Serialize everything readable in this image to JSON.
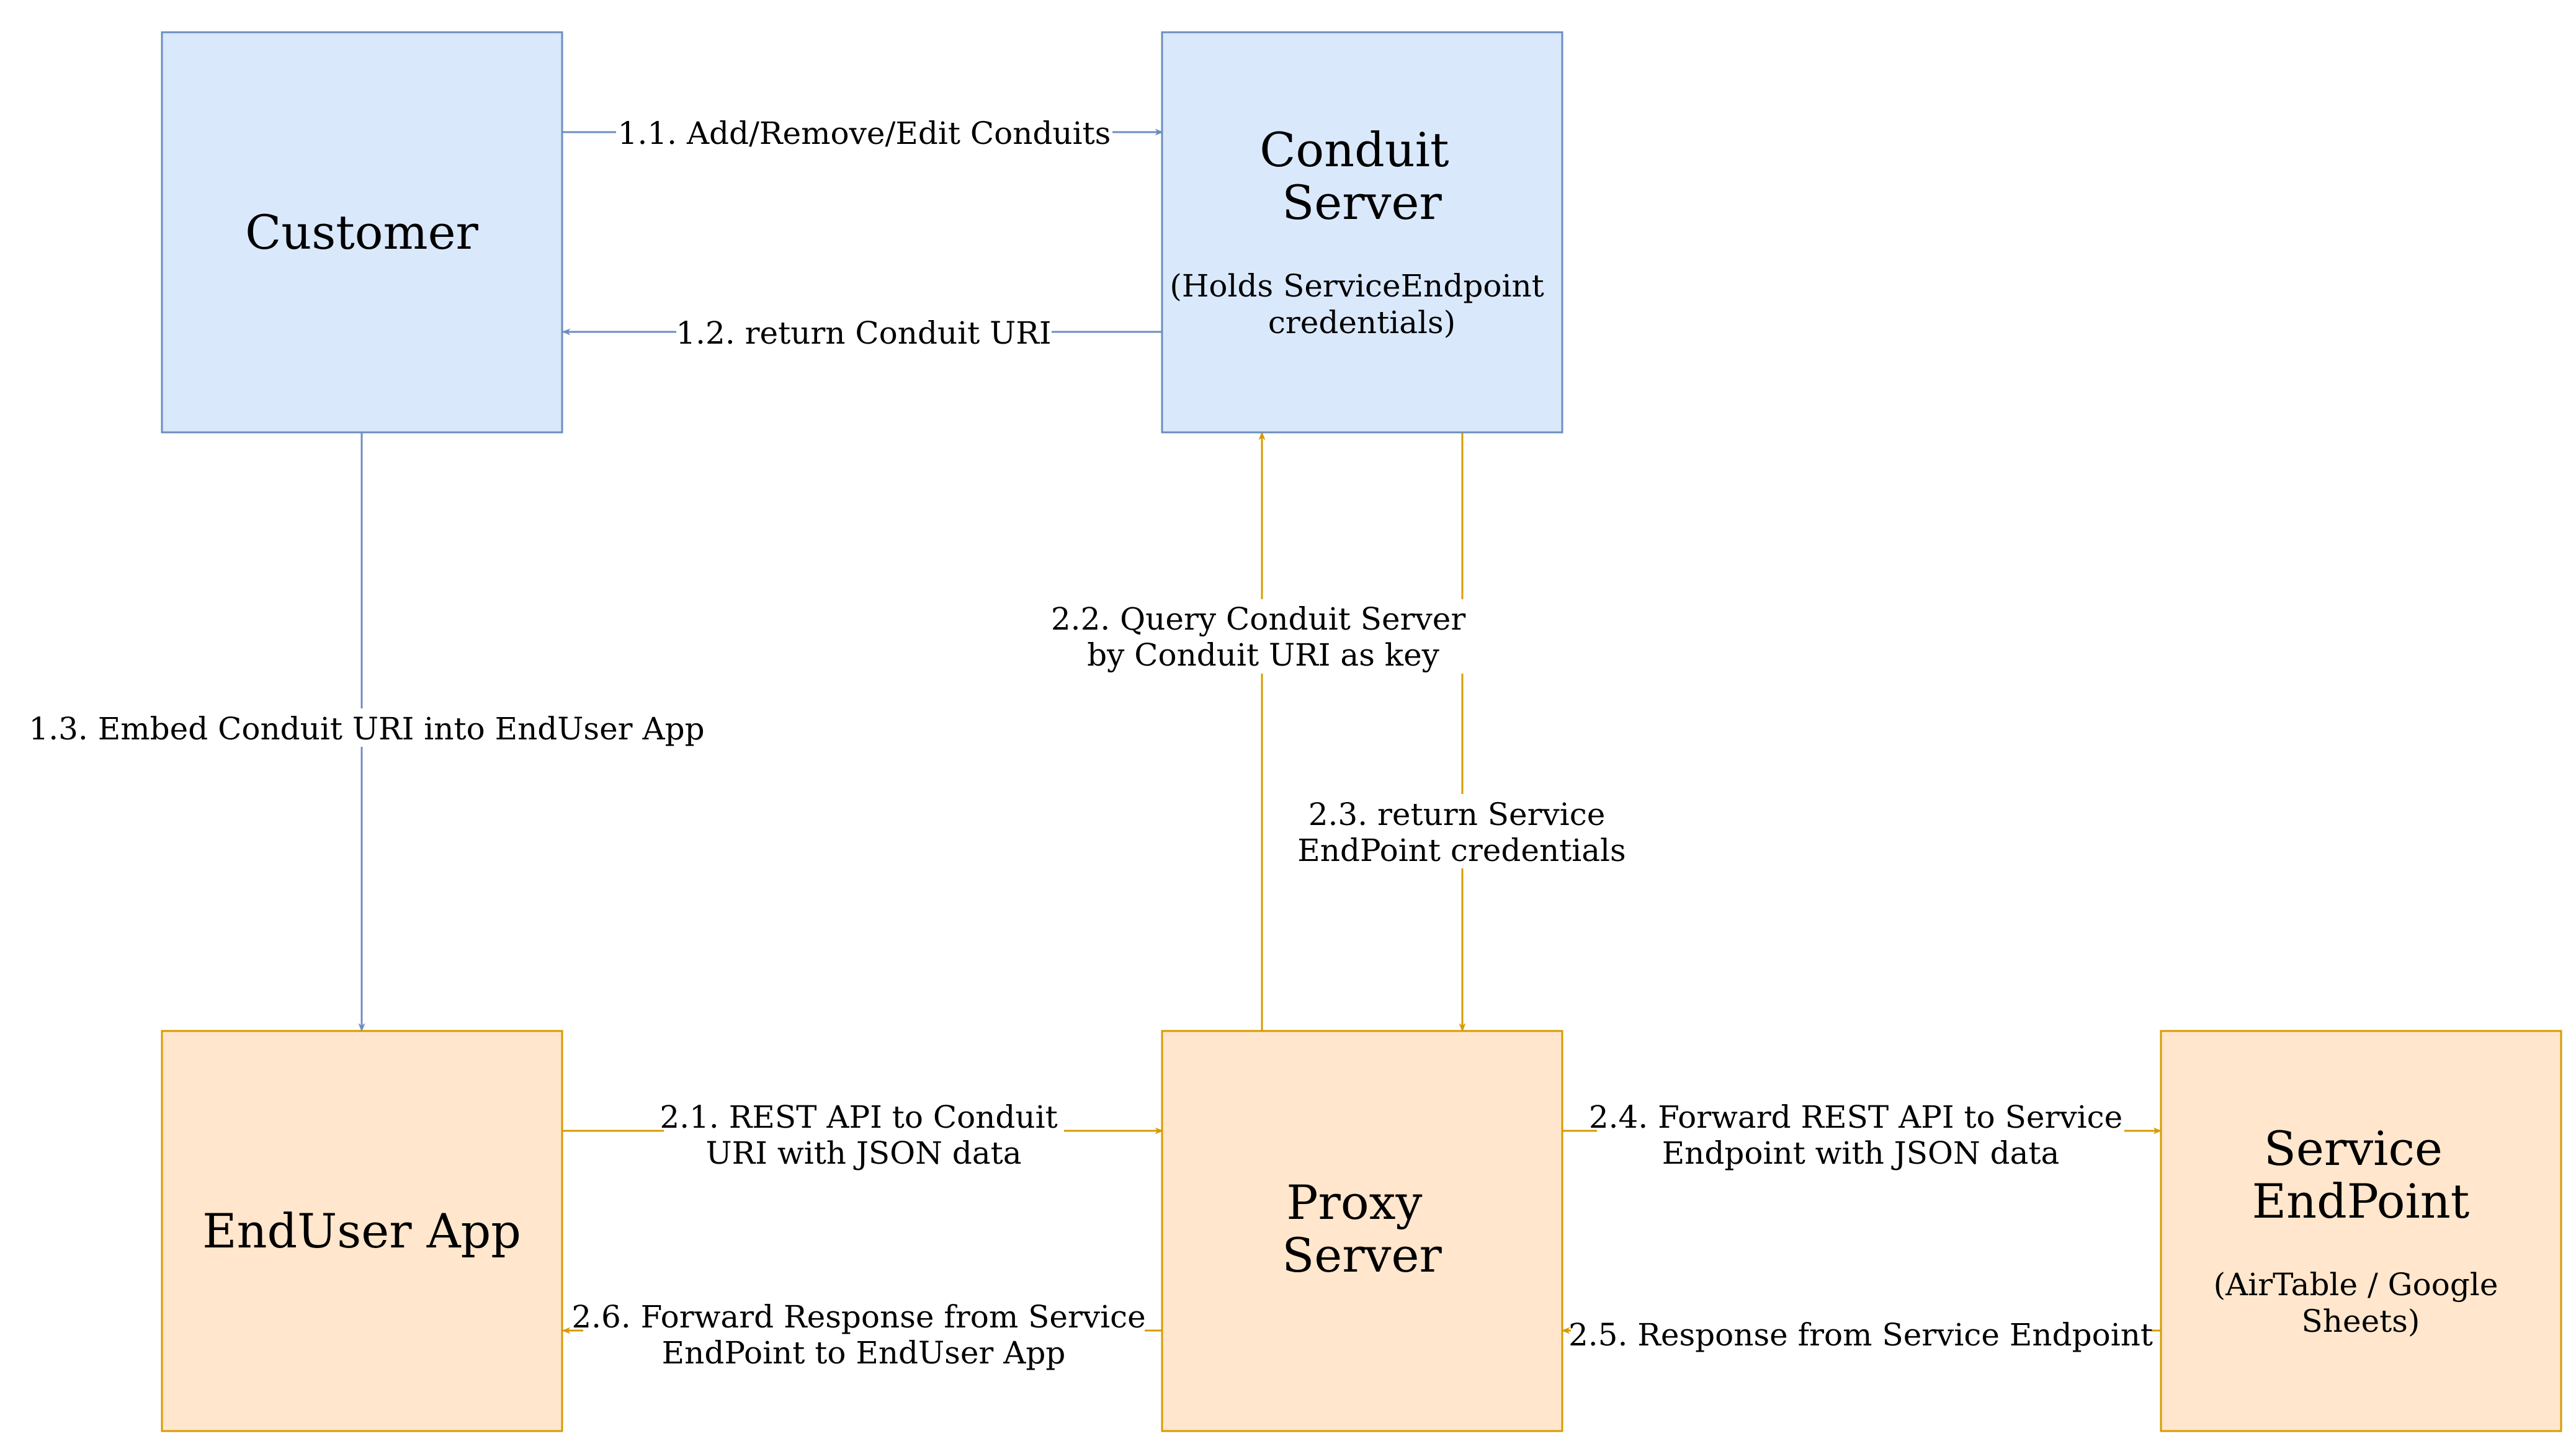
{
  "colors": {
    "blue_fill": "#dae8fc",
    "blue_stroke": "#6c8ebf",
    "orange_fill": "#ffe6cc",
    "orange_stroke": "#d79b00"
  },
  "nodes": {
    "customer": {
      "title": [
        "Customer"
      ]
    },
    "conduit_server": {
      "title": [
        "Conduit",
        "Server"
      ],
      "subtitle": [
        "(Holds ServiceEndpoint",
        "credentials)"
      ]
    },
    "enduser_app": {
      "title": [
        "EndUser App"
      ]
    },
    "proxy_server": {
      "title": [
        "Proxy",
        "Server"
      ]
    },
    "service_endpoint": {
      "title": [
        "Service",
        "EndPoint"
      ],
      "subtitle": [
        "(AirTable / Google",
        "Sheets)"
      ]
    }
  },
  "edges": {
    "e1_1": {
      "label": [
        "1.1. Add/Remove/Edit  Conduits"
      ]
    },
    "e1_2": {
      "label": [
        "1.2. return Conduit URI"
      ]
    },
    "e1_3": {
      "label": [
        "1.3. Embed Conduit URI into EndUser App"
      ]
    },
    "e2_1": {
      "label": [
        "2.1. REST API to Conduit",
        "URI with JSON data"
      ]
    },
    "e2_2": {
      "label": [
        "2.2. Query Conduit Server",
        "by Conduit URI as key"
      ]
    },
    "e2_3": {
      "label": [
        "2.3. return Service",
        "EndPoint credentials"
      ]
    },
    "e2_4": {
      "label": [
        "2.4. Forward REST API to Service",
        "Endpoint with JSON data"
      ]
    },
    "e2_5": {
      "label": [
        "2.5. Response from Service Endpoint"
      ]
    },
    "e2_6": {
      "label": [
        "2.6. Forward Response from Service",
        "EndPoint  to EndUser App"
      ]
    }
  }
}
